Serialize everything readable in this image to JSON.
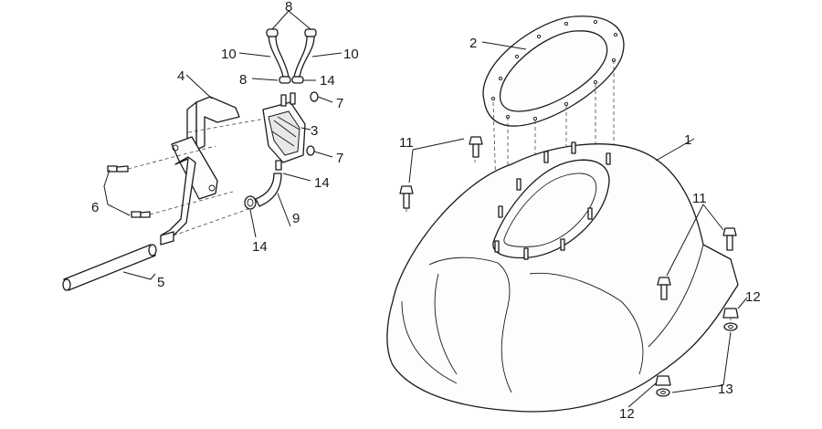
{
  "callouts": {
    "c1": "1",
    "c2": "2",
    "c3": "3",
    "c4": "4",
    "c5": "5",
    "c6": "6",
    "c7a": "7",
    "c7b": "7",
    "c8a": "8",
    "c8b": "8",
    "c9": "9",
    "c10a": "10",
    "c10b": "10",
    "c11a": "11",
    "c11b": "11",
    "c12a": "12",
    "c12b": "12",
    "c13": "13",
    "c14a": "14",
    "c14b": "14",
    "c14c": "14"
  }
}
